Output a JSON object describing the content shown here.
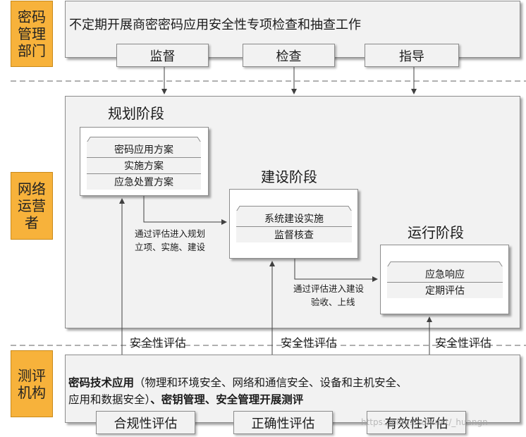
{
  "roles": {
    "crypto_admin": "密码\n管理\n部门",
    "network_operator": "网络\n运营\n者",
    "evaluation_org": "测评\n机构"
  },
  "top": {
    "title": "不定期开展商密密码应用安全性专项检查和抽查工作",
    "tabs": [
      "监督",
      "检查",
      "指导"
    ]
  },
  "stages": {
    "planning": {
      "title": "规划阶段",
      "items": [
        "密码应用方案",
        "实施方案",
        "应急处置方案"
      ]
    },
    "construction": {
      "title": "建设阶段",
      "items": [
        "系统建设实施",
        "监督核查"
      ]
    },
    "operation": {
      "title": "运行阶段",
      "items": [
        "应急响应",
        "定期评估"
      ]
    }
  },
  "notes": {
    "planning_to_construction": [
      "通过评估进入规划",
      "立项、实施、建设"
    ],
    "construction_to_operation": [
      "通过评估进入建设",
      "验收、上线"
    ]
  },
  "eval_labels": [
    "安全性评估",
    "安全性评估",
    "安全性评估"
  ],
  "bottom": {
    "line1_bold": "密码技术应用",
    "line1_rest": "（物理和环境安全、网络和通信安全、设备和主机安全、",
    "line2_normal": "应用和数据安全）",
    "line2_bold": "、密钥管理、安全管理开展测评",
    "tabs": [
      "合规性评估",
      "正确性评估",
      "有效性评估"
    ]
  },
  "watermark": "https://blog.csdn.net/_huangn",
  "colors": {
    "role_fill": "#f7b23b",
    "panel_fill": "#f2f2f2",
    "border": "#8c8c8c",
    "arrow": "#404040"
  }
}
